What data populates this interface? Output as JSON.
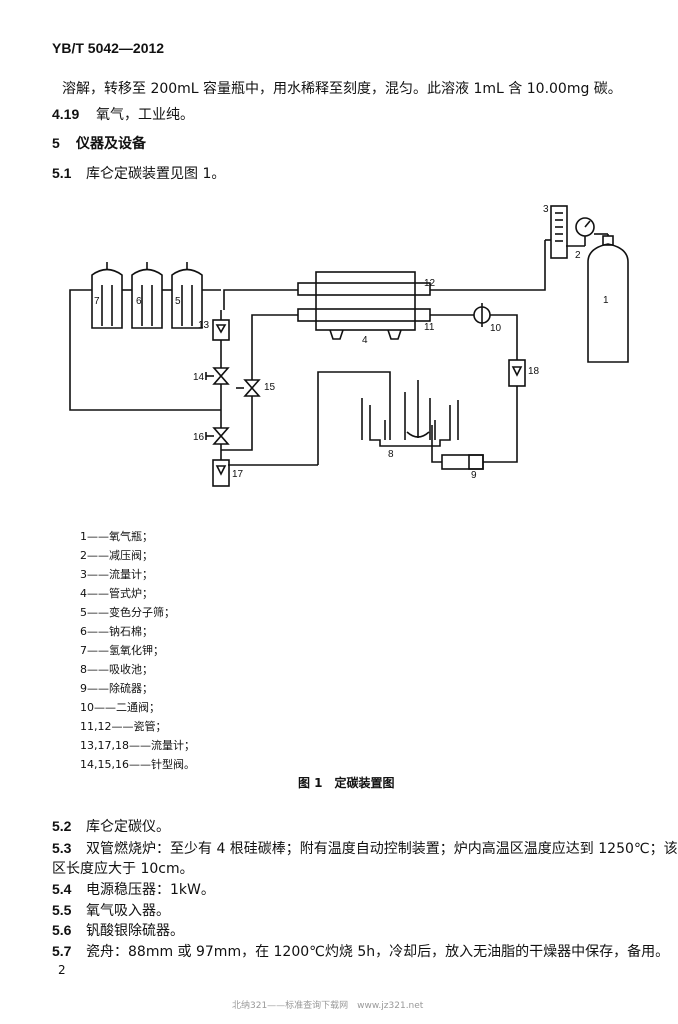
{
  "header": {
    "standard_code": "YB/T 5042—2012"
  },
  "intro_lines": [
    {
      "text": "溶解，转移至 200mL 容量瓶中，用水稀释至刻度，混匀。此溶液 1mL 含 10.00mg 碳。"
    }
  ],
  "items_top": [
    {
      "num": "4.19",
      "text": "氧气，工业纯。"
    }
  ],
  "section5": {
    "num": "5",
    "title": "仪器及设备"
  },
  "item_5_1": {
    "num": "5.1",
    "text": "库仑定碳装置见图 1。"
  },
  "diagram_labels": {
    "n1": "1",
    "n2": "2",
    "n3": "3",
    "n4": "4",
    "n5": "5",
    "n6": "6",
    "n7": "7",
    "n8": "8",
    "n9": "9",
    "n10": "10",
    "n11": "11",
    "n12": "12",
    "n13": "13",
    "n14": "14",
    "n15": "15",
    "n16": "16",
    "n17": "17",
    "n18": "18"
  },
  "legend": [
    "1——氧气瓶；",
    "2——减压阀；",
    "3——流量计；",
    "4——管式炉；",
    "5——变色分子筛；",
    "6——钠石棉；",
    "7——氢氧化钾；",
    "8——吸收池；",
    "9——除硫器；",
    "10——二通阀；",
    "11,12——瓷管；",
    "13,17,18——流量计；",
    "14,15,16——针型阀。"
  ],
  "figure_caption": "图 1　定碳装置图",
  "items_bottom": [
    {
      "num": "5.2",
      "text": "库仑定碳仪。"
    },
    {
      "num": "5.3",
      "text": "双管燃烧炉：至少有 4 根硅碳棒；附有温度自动控制装置；炉内高温区温度应达到 1250℃；该高温"
    },
    {
      "num": "",
      "text": "区长度应大于 10cm。"
    },
    {
      "num": "5.4",
      "text": "电源稳压器：1kW。"
    },
    {
      "num": "5.5",
      "text": "氧气吸入器。"
    },
    {
      "num": "5.6",
      "text": "钒酸银除硫器。"
    },
    {
      "num": "5.7",
      "text": "瓷舟：88mm 或 97mm，在 1200℃灼烧 5h，冷却后，放入无油脂的干燥器中保存，备用。"
    }
  ],
  "page_number": "2",
  "footer": "北纳321——标准查询下载网　www.jz321.net"
}
